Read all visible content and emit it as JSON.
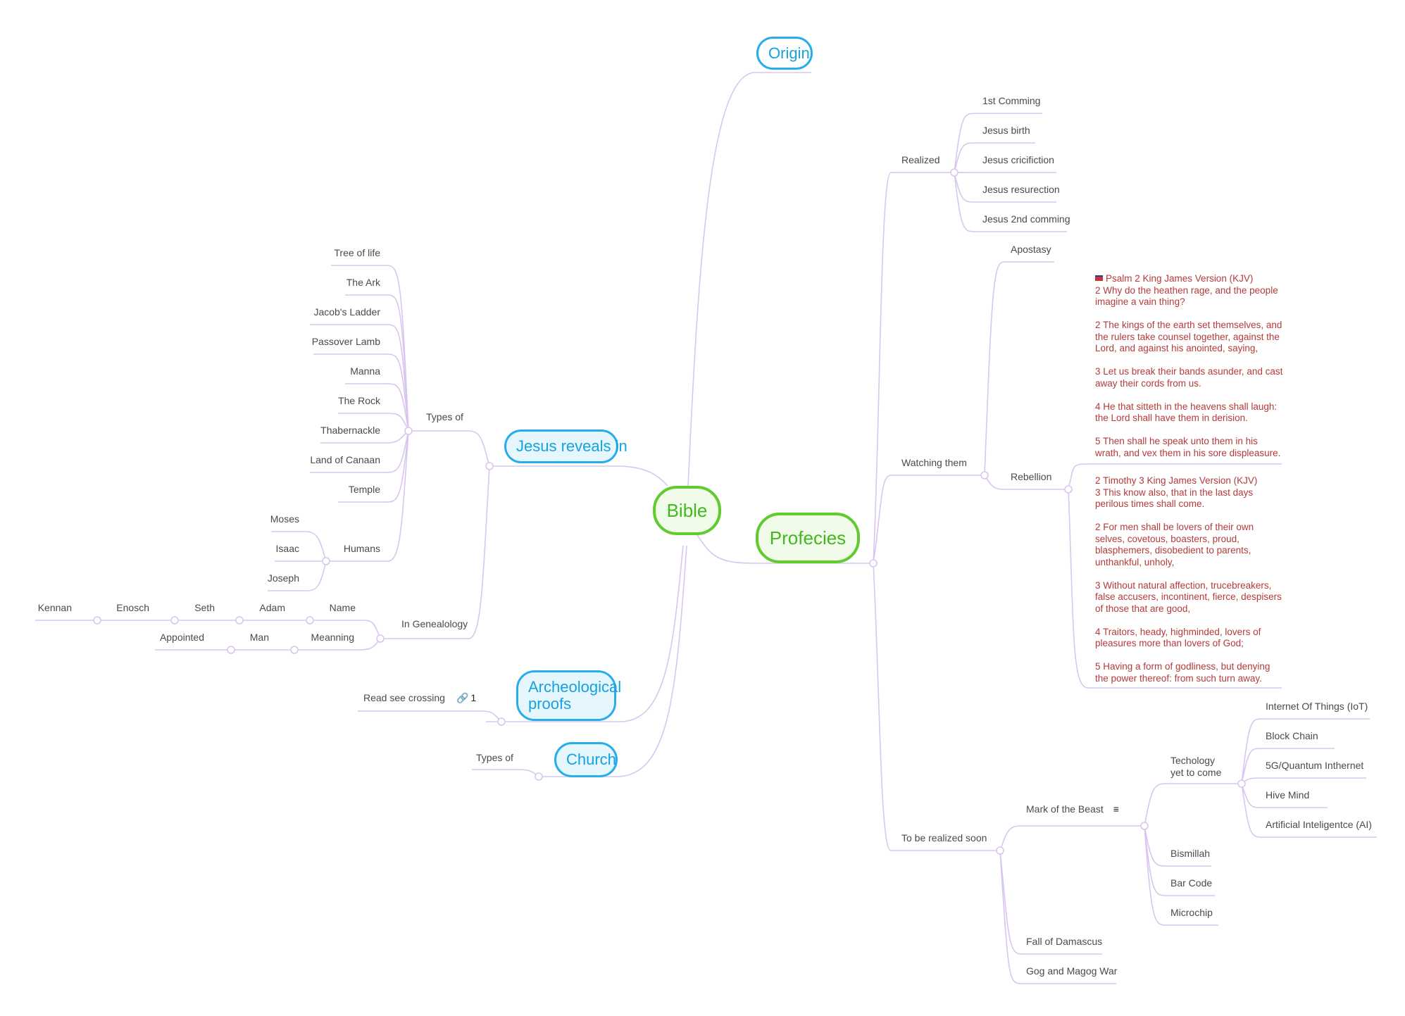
{
  "colors": {
    "line": "#d8c6ef",
    "main_border": "#5fcb2c",
    "main_text": "#41b81e",
    "sub_border": "#28acea",
    "sub_text": "#15a2dd",
    "note_text": "#b43a3a"
  },
  "central": "Bible",
  "origin": "Origin",
  "profecies": {
    "title": "Profecies",
    "realized": {
      "label": "Realized",
      "items": [
        "1st Comming",
        "Jesus birth",
        "Jesus cricifiction",
        "Jesus resurection",
        "Jesus 2nd comming"
      ]
    },
    "watching": {
      "label": "Watching them",
      "apostasy": "Apostasy",
      "rebellion": "Rebellion",
      "note_psalm": {
        "heading": "Psalm 2 King James Version (KJV)",
        "body": "2 Why do the heathen rage, and the people imagine a vain thing?\n\n2 The kings of the earth set themselves, and the rulers take counsel together, against the Lord, and against his anointed, saying,\n\n3 Let us break their bands asunder, and cast away their cords from us.\n\n4 He that sitteth in the heavens shall laugh: the Lord shall have them in derision.\n\n5 Then shall he speak unto them in his wrath, and vex them in his sore displeasure."
      },
      "note_timothy": "2 Timothy 3 King James Version (KJV)\n3 This know also, that in the last days perilous times shall come.\n\n2 For men shall be lovers of their own selves, covetous, boasters, proud, blasphemers, disobedient to parents, unthankful, unholy,\n\n3 Without natural affection, trucebreakers, false accusers, incontinent, fierce, despisers of those that are good,\n\n4 Traitors, heady, highminded, lovers of pleasures more than lovers of God;\n\n5 Having a form of godliness, but denying the power thereof: from such turn away."
    },
    "soon": {
      "label": "To be realized soon",
      "mark": "Mark of the Beast",
      "tech": {
        "label": "Techology\nyet to come",
        "items": [
          "Internet Of Things (IoT)",
          "Block Chain",
          "5G/Quantum Inthernet",
          "Hive Mind",
          "Artificial Inteligentce (AI)"
        ]
      },
      "mark_items": [
        "Bismillah",
        "Bar Code",
        "Microchip"
      ],
      "other": [
        "Fall of Damascus",
        "Gog and Magog War"
      ]
    }
  },
  "jesus": {
    "title": "Jesus reveals in",
    "types": {
      "label": "Types of",
      "items": [
        "Tree of life",
        "The Ark",
        "Jacob's Ladder",
        "Passover Lamb",
        "Manna",
        "The Rock",
        "Thabernackle",
        "Land of Canaan",
        "Temple"
      ],
      "humans": {
        "label": "Humans",
        "items": [
          "Moses",
          "Isaac",
          "Joseph"
        ]
      }
    },
    "genealogy": {
      "label": "In Genealology",
      "name": "Name",
      "name_chain": [
        "Adam",
        "Seth",
        "Enosch",
        "Kennan"
      ],
      "meaning": "Meanning",
      "meaning_chain": [
        "Man",
        "Appointed"
      ]
    }
  },
  "archeological": {
    "title": "Archeological proofs",
    "child": "Read see crossing",
    "link_count": "1"
  },
  "church": {
    "title": "Church",
    "child": "Types of"
  }
}
